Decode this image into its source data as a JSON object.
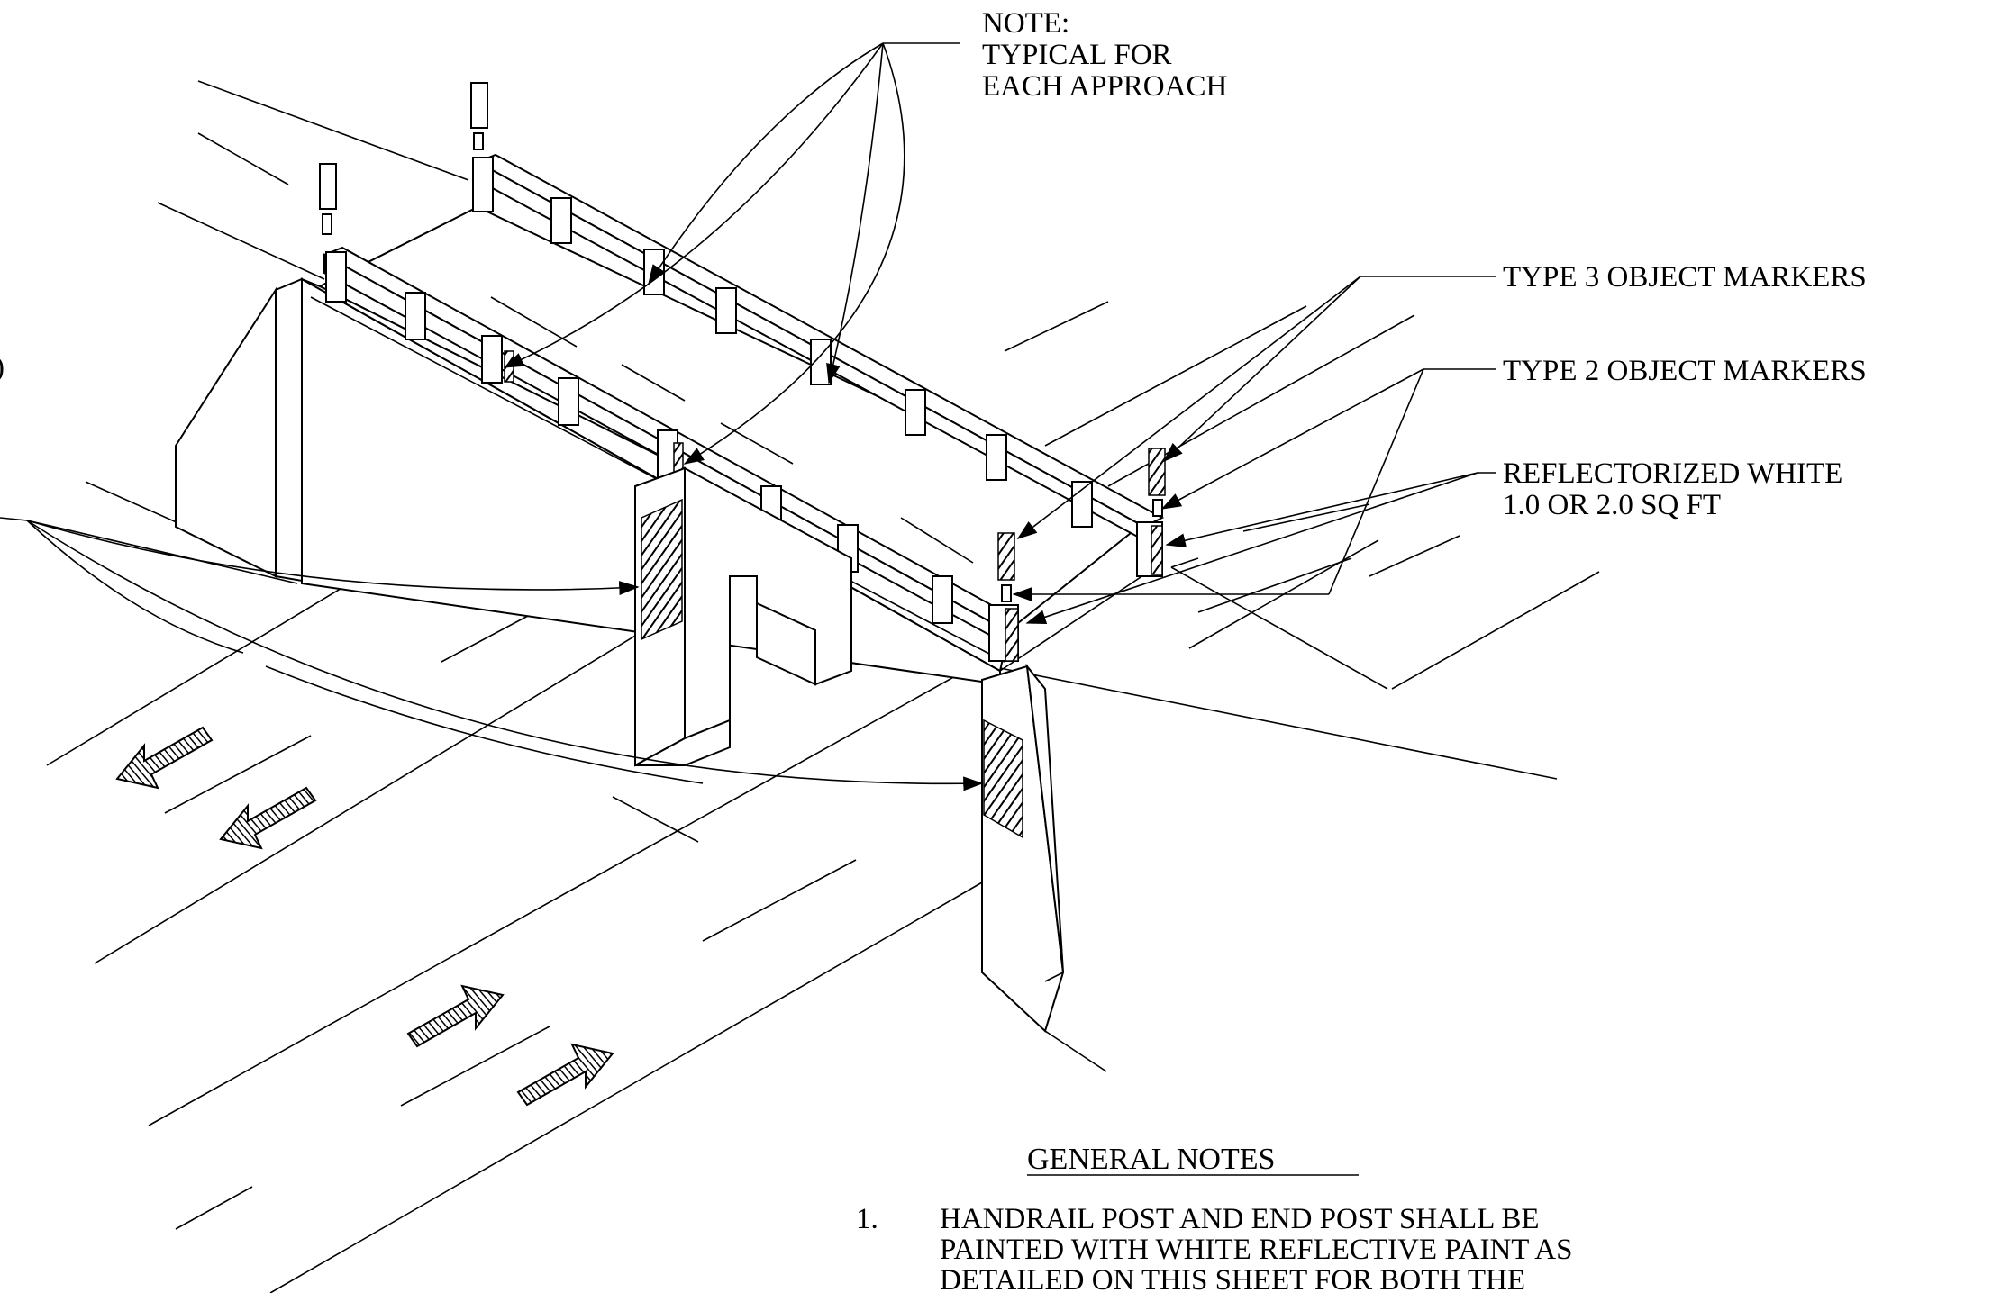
{
  "note": {
    "heading": "NOTE:",
    "line1": "TYPICAL FOR",
    "line2": "EACH APPROACH"
  },
  "callouts": {
    "type3": "TYPE 3 OBJECT MARKERS",
    "type2": "TYPE 2 OBJECT MARKERS",
    "reflect_line1": "REFLECTORIZED WHITE",
    "reflect_line2": "1.0  OR 2.0 SQ FT",
    "left_fragment": ")"
  },
  "general_notes": {
    "title": "GENERAL NOTES",
    "item_number": "1.",
    "line1": "HANDRAIL POST AND END POST SHALL BE",
    "line2": "PAINTED WITH WHITE REFLECTIVE PAINT AS",
    "line3": "DETAILED ON THIS SHEET FOR BOTH THE"
  }
}
